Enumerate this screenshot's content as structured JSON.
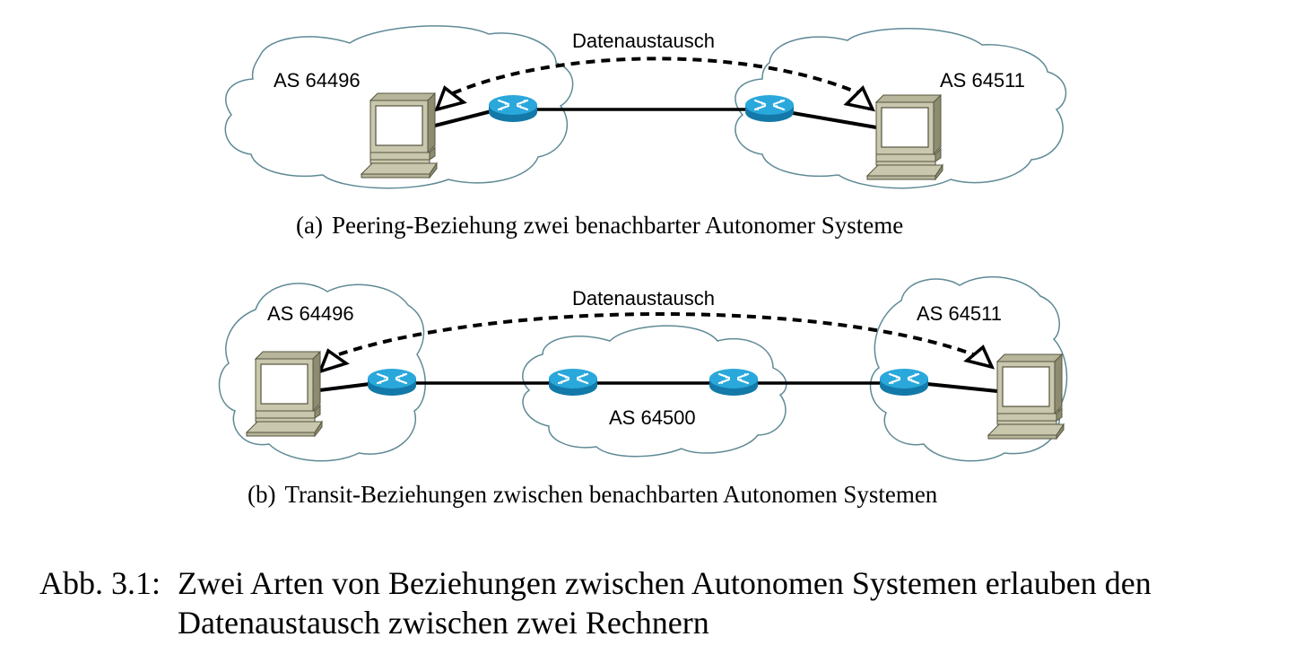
{
  "colors": {
    "cloud_stroke": "#5f8a96",
    "router_top": "#2aa8dc",
    "router_side": "#1379a8",
    "computer_body": "#c9c7ad",
    "computer_dark": "#8d8b70",
    "link": "#000000"
  },
  "subfigures": [
    {
      "tag": "(a)",
      "caption": "Peering-Beziehung zwei benachbarter Autonomer Systeme",
      "exchange_label": "Datenaustausch",
      "as_labels": [
        "AS 64496",
        "AS 64511"
      ],
      "clouds": [
        {
          "label": "AS 64496",
          "contains": [
            "computer",
            "router"
          ]
        },
        {
          "label": "AS 64511",
          "contains": [
            "router",
            "computer"
          ]
        }
      ]
    },
    {
      "tag": "(b)",
      "caption": "Transit-Beziehungen zwischen benachbarten Autonomen Systemen",
      "exchange_label": "Datenaustausch",
      "as_labels": [
        "AS 64496",
        "AS 64500",
        "AS 64511"
      ],
      "clouds": [
        {
          "label": "AS 64496",
          "contains": [
            "computer",
            "router"
          ]
        },
        {
          "label": "AS 64500",
          "contains": [
            "router",
            "router"
          ]
        },
        {
          "label": "AS 64511",
          "contains": [
            "router",
            "computer"
          ]
        }
      ]
    }
  ],
  "figure_caption": {
    "number": "Abb. 3.1:",
    "line1": "Zwei Arten von Beziehungen zwischen Autonomen Systemen erlauben den",
    "line2": "Datenaustausch zwischen zwei Rechnern"
  }
}
